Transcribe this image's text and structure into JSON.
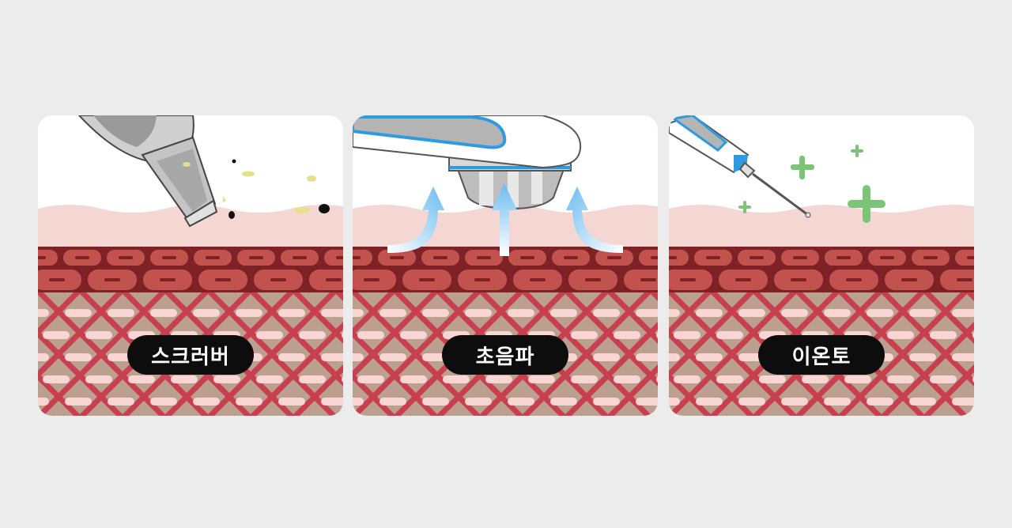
{
  "panels": [
    {
      "label": "스크러버",
      "device": "scrubber"
    },
    {
      "label": "초음파",
      "device": "ultrasound"
    },
    {
      "label": "이온토",
      "device": "iontophoresis"
    }
  ],
  "colors": {
    "background": "#ececec",
    "epidermis": "#f4d7d2",
    "cell_fill": "#c2524d",
    "cell_stroke": "#7e2226",
    "dermis": "#bba090",
    "lattice": "#c8404f",
    "fiber": "#f9d5d3",
    "arrow": "#7cc2ee",
    "plus": "#7cc576",
    "device_accent": "#2d9be0",
    "label_bg": "#0d0d0d"
  }
}
